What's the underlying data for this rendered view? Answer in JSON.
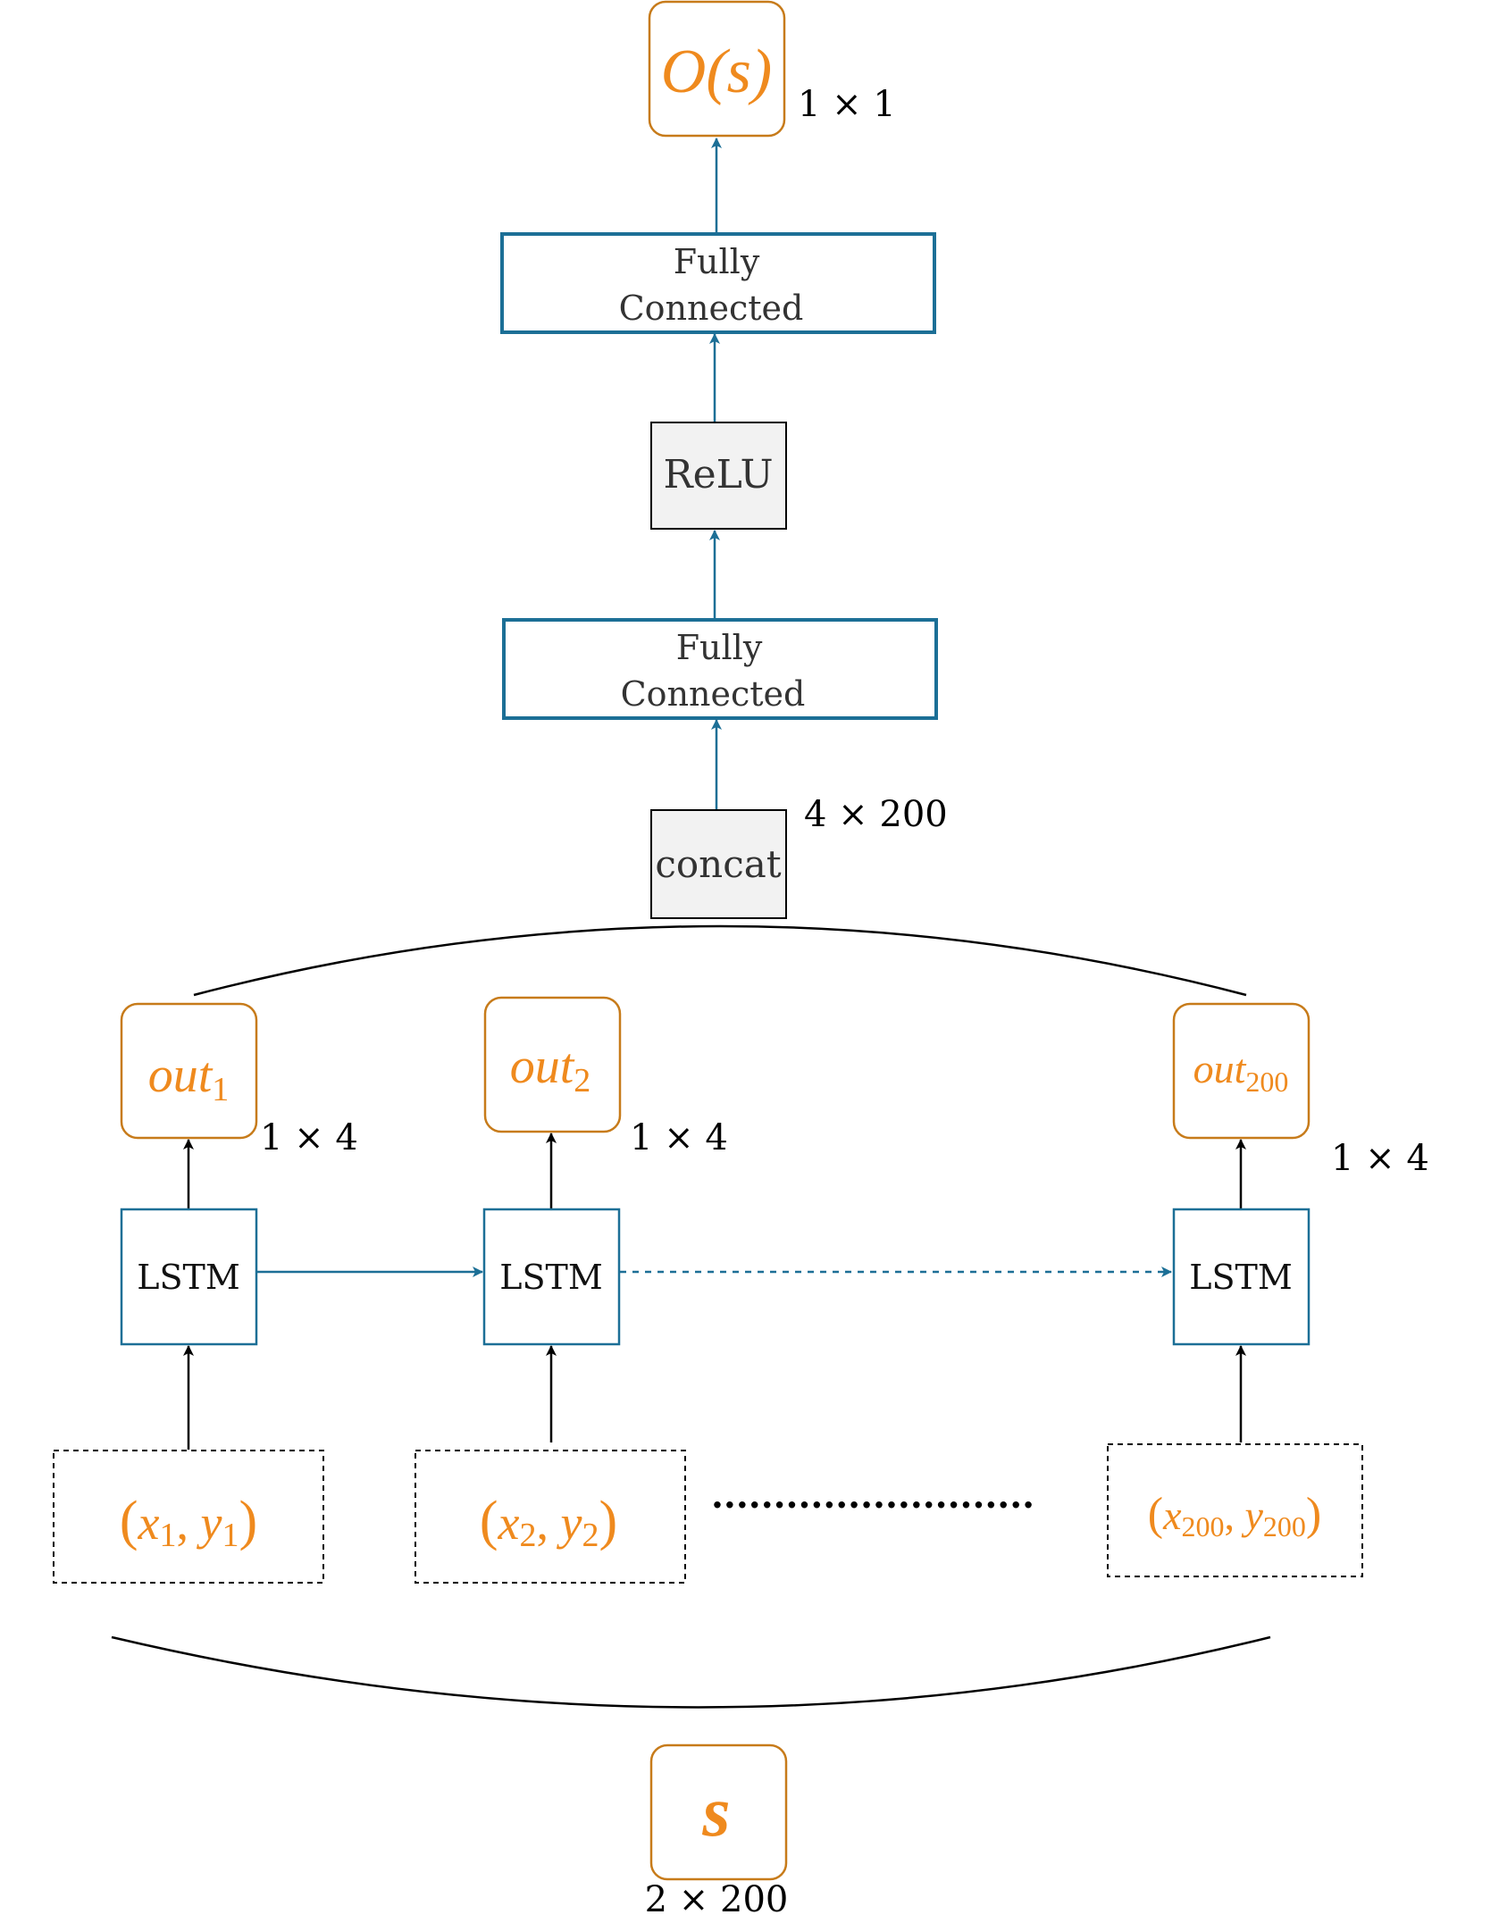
{
  "colors": {
    "orange": "#EF8A1E",
    "orange_border": "#C77B1A",
    "blue": "#1C6F96",
    "gray_fill": "#F2F2F2",
    "text_dark": "#333333",
    "black": "#000000"
  },
  "output": {
    "label": "O(s)",
    "dims": "1 × 1"
  },
  "fc_top": {
    "line1": "Fully",
    "line2": "Connected"
  },
  "relu": {
    "label": "ReLU"
  },
  "fc_bottom": {
    "line1": "Fully",
    "line2": "Connected"
  },
  "concat": {
    "label": "concat",
    "dims": "4 × 200"
  },
  "outs": [
    {
      "base": "out",
      "sub": "1",
      "dims": "1 × 4"
    },
    {
      "base": "out",
      "sub": "2",
      "dims": "1 × 4"
    },
    {
      "base": "out",
      "sub": "200",
      "dims": "1 × 4"
    }
  ],
  "lstm": {
    "label": "LSTM"
  },
  "inputs": [
    {
      "x": "x",
      "xsub": "1",
      "y": "y",
      "ysub": "1"
    },
    {
      "x": "x",
      "xsub": "2",
      "y": "y",
      "ysub": "2"
    },
    {
      "x": "x",
      "xsub": "200",
      "y": "y",
      "ysub": "200"
    }
  ],
  "ellipsis": "..........................",
  "input_seq": {
    "label": "s",
    "dims": "2 × 200"
  }
}
